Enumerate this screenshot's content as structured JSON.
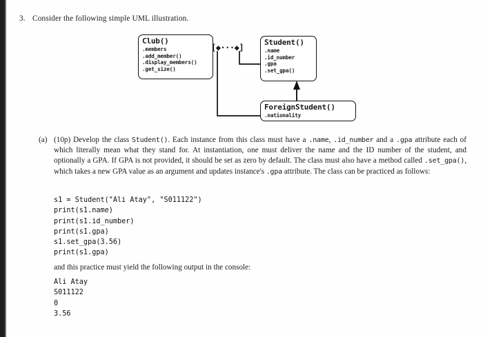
{
  "question": {
    "number": "3.",
    "prompt": "Consider the following simple UML illustration."
  },
  "uml": {
    "connector_label": "[◆···◆]",
    "classes": [
      {
        "id": "club",
        "title": "Club()",
        "members": [
          ".members",
          ".add_member()",
          ".display_members()",
          ".get_size()"
        ]
      },
      {
        "id": "student",
        "title": "Student()",
        "members": [
          ".name",
          ".id_number",
          ".gpa",
          ".set_gpa()"
        ]
      },
      {
        "id": "foreignstudent",
        "title": "ForeignStudent()",
        "members": [
          ".nationality"
        ]
      }
    ]
  },
  "part_a": {
    "label": "(a)",
    "points": "(10p)",
    "text_run": [
      {
        "t": "(10p) Develop the class ",
        "k": "n"
      },
      {
        "t": "Student()",
        "k": "c"
      },
      {
        "t": ". Each instance from this class must have a ",
        "k": "n"
      },
      {
        "t": ".name",
        "k": "c"
      },
      {
        "t": ", ",
        "k": "n"
      },
      {
        "t": ".id_number",
        "k": "c"
      },
      {
        "t": " and a ",
        "k": "n"
      },
      {
        "t": ".gpa",
        "k": "c"
      },
      {
        "t": " attribute each of which literally mean what they stand for. At instantiation, one must deliver the name and the ID number of the student, and optionally a GPA. If GPA is not provided, it should be set as zero by default. The class must also have a method called ",
        "k": "n"
      },
      {
        "t": ".set_gpa()",
        "k": "c"
      },
      {
        "t": ", which takes a new GPA value as an argument and updates instance's ",
        "k": "n"
      },
      {
        "t": ".gpa",
        "k": "c"
      },
      {
        "t": " attribute. The class can be practiced as follows:",
        "k": "n"
      }
    ],
    "code": "s1 = Student(\"Ali Atay\", \"S011122\")\nprint(s1.name)\nprint(s1.id_number)\nprint(s1.gpa)\ns1.set_gpa(3.56)\nprint(s1.gpa)",
    "console_lead": "and this practice must yield the following output in the console:",
    "console_output": "Ali Atay\nS011122\n0\n3.56"
  }
}
